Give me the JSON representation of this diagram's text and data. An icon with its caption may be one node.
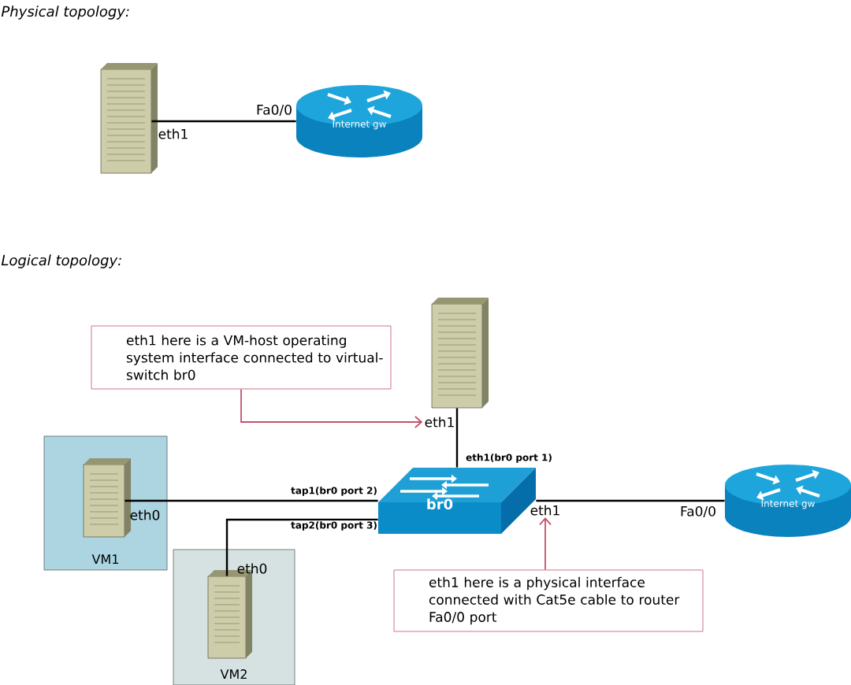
{
  "diagram": {
    "nodes": [
      {
        "text": [],
        "shape": "picture"
      },
      {
        "text": [
          "Internet gw"
        ]
      },
      {
        "text": [
          "eth1 here is a VM-host operating system interface connected to virtual-switch br0"
        ]
      },
      {
        "text": [],
        "shape": "picture"
      },
      {
        "text": [
          "br0"
        ]
      },
      {
        "text": [
          "Internet gw"
        ]
      },
      {
        "text": [
          "VM1"
        ]
      },
      {
        "text": [],
        "shape": "picture",
        "in": 6
      },
      {
        "text": [
          "VM2"
        ]
      },
      {
        "text": [],
        "shape": "picture",
        "in": 8
      },
      {
        "text": [
          "eth1 here is a physical interface connected with Cat5e cable to router Fa0/0 port"
        ]
      },
      {
        "text": [
          "eth1"
        ]
      },
      {
        "text": [
          "eth1"
        ]
      }
    ],
    "edges": [
      {
        "from": 0,
        "to": 1,
        "arrow": "none"
      },
      {
        "from": 3,
        "to": 4,
        "arrow": "none",
        "label": "eth1(br0 port 1)"
      },
      {
        "from": 7,
        "to": 4,
        "arrow": "none",
        "label": "tap1(br0 port 2)"
      },
      {
        "from": 9,
        "to": 4,
        "arrow": "none",
        "label": "tap2(br0 port 3)"
      },
      {
        "from": 4,
        "to": 5,
        "arrow": "none"
      },
      {
        "from": 2,
        "to": 11,
        "arrow": "to",
        "color": "#c4506a"
      },
      {
        "from": 10,
        "to": 12,
        "arrow": "to",
        "color": "#c4506a"
      }
    ],
    "labels": [
      "Physical topology:",
      "eth1",
      "Fa0/0",
      "Logical topology:",
      "eth0",
      "eth0",
      "Fa0/0"
    ]
  }
}
